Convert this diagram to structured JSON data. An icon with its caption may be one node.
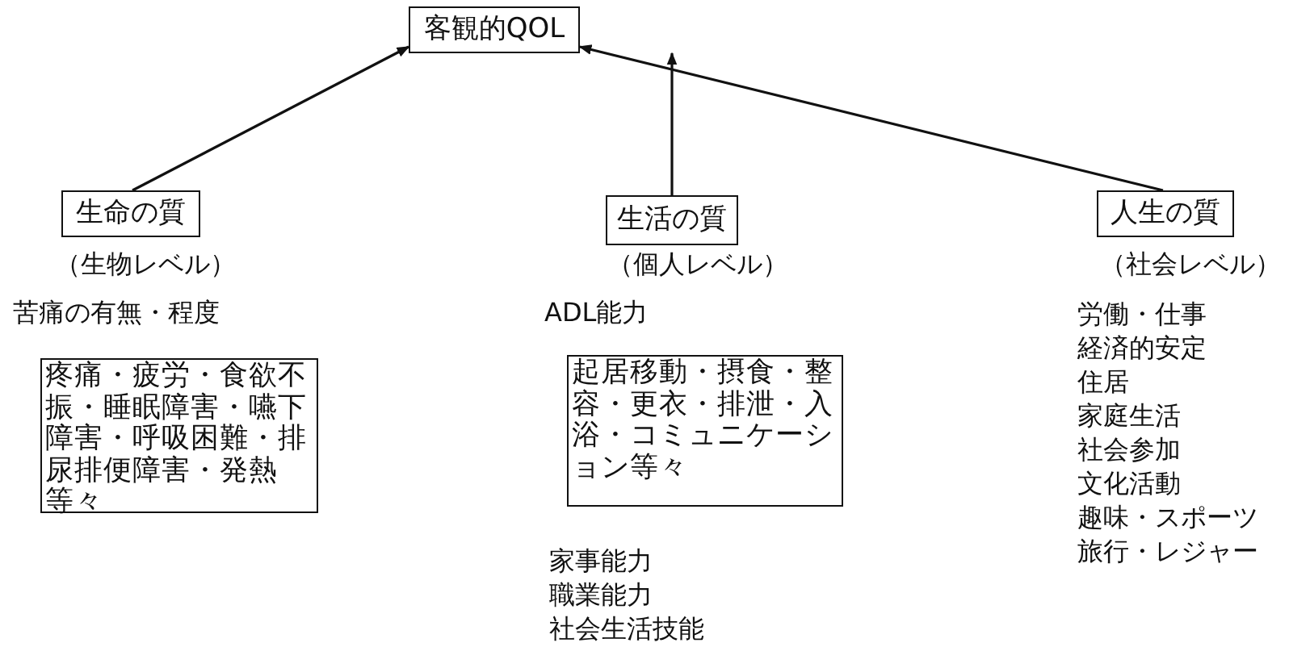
{
  "diagram": {
    "nodes": [
      {
        "text": [
          "客観的QOL"
        ]
      },
      {
        "text": [
          "生命の質"
        ],
        "beside": [
          "（生物レベル）"
        ]
      },
      {
        "text": [
          "生活の質"
        ],
        "beside": [
          "（個人レベル）"
        ]
      },
      {
        "text": [
          "人生の質"
        ],
        "beside": [
          "（社会レベル）"
        ]
      },
      {
        "text": [
          "疼痛・疲労・食欲不振・睡眠障害・嚥下障害・呼吸困難・排尿排便障害・発熱等々"
        ]
      },
      {
        "text": [
          "起居移動・摂食・整容・更衣・排泄・入浴・コミュニケーション等々"
        ]
      }
    ],
    "edges": [
      {
        "from": 1,
        "to": 0,
        "arrow": "to"
      },
      {
        "from": 2,
        "to": 0,
        "arrow": "to"
      },
      {
        "from": 3,
        "to": 0,
        "arrow": "to"
      }
    ],
    "labels": [
      "苦痛の有無・程度",
      "ADL能力",
      "労働・仕事",
      "経済的安定",
      "住居",
      "家庭生活",
      "社会参加",
      "文化活動",
      "趣味・スポーツ",
      "旅行・レジャー",
      "家事能力",
      "職業能力",
      "社会生活技能"
    ]
  }
}
